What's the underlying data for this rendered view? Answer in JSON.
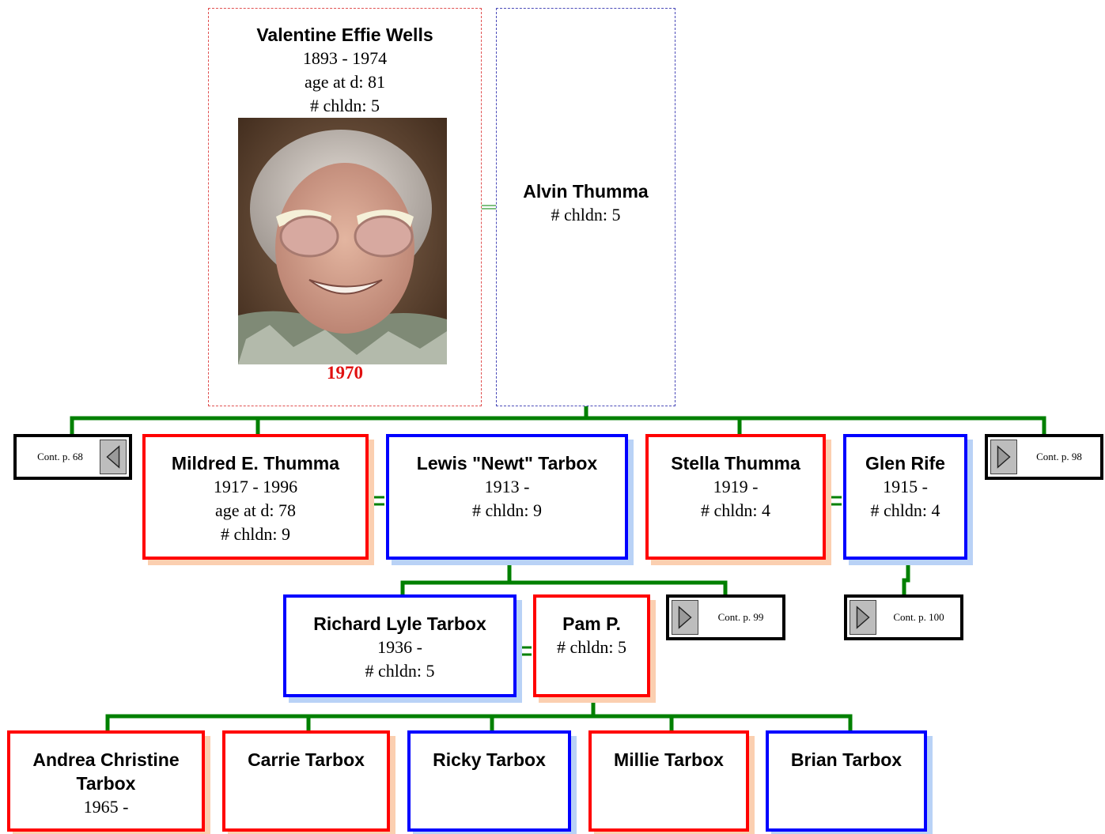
{
  "people": {
    "valentine": {
      "name": "Valentine Effie Wells",
      "dates": "1893 - 1974",
      "age": "age at d: 81",
      "children": "# chldn: 5",
      "photo_year": "1970"
    },
    "alvin": {
      "name": "Alvin Thumma",
      "children": "# chldn: 5"
    },
    "mildred": {
      "name": "Mildred E. Thumma",
      "dates": "1917 - 1996",
      "age": "age at d: 78",
      "children": "# chldn: 9"
    },
    "lewis": {
      "name": "Lewis \"Newt\" Tarbox",
      "dates": "1913 -",
      "children": "# chldn: 9"
    },
    "stella": {
      "name": "Stella Thumma",
      "dates": "1919 -",
      "children": "# chldn: 4"
    },
    "glen": {
      "name": "Glen Rife",
      "dates": "1915 -",
      "children": "# chldn: 4"
    },
    "richard": {
      "name": "Richard Lyle Tarbox",
      "dates": "1936 -",
      "children": "# chldn: 5"
    },
    "pam": {
      "name": "Pam P.",
      "children": "# chldn: 5"
    },
    "andrea": {
      "name": "Andrea Christine Tarbox",
      "dates": "1965 -"
    },
    "carrie": {
      "name": "Carrie Tarbox"
    },
    "ricky": {
      "name": "Ricky Tarbox"
    },
    "millie": {
      "name": "Millie Tarbox"
    },
    "brian": {
      "name": "Brian Tarbox"
    }
  },
  "continuations": {
    "p68": "Cont. p. 68",
    "p98": "Cont. p. 98",
    "p99": "Cont. p. 99",
    "p100": "Cont. p. 100"
  },
  "colors": {
    "line": "#008000",
    "female": "#ff0000",
    "male": "#0000ff"
  }
}
